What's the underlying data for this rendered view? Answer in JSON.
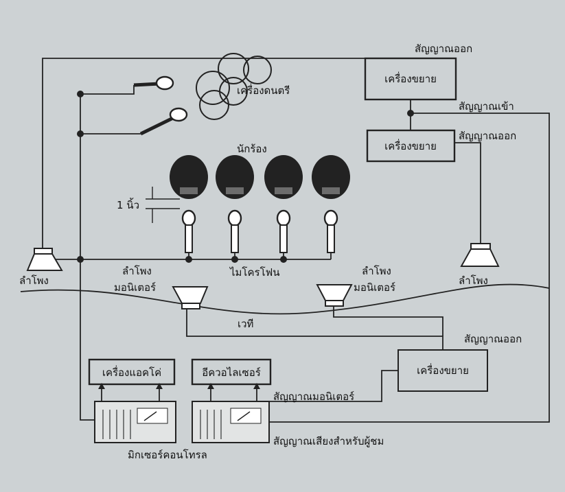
{
  "labels": {
    "signal_out_top": "สัญญาณออก",
    "amp_top": "เครื่องขยาย",
    "instruments": "เครื่องดนตรี",
    "signal_in": "สัญญาณเข้า",
    "signal_out_mid": "สัญญาณออก",
    "amp_mid": "เครื่องขยาย",
    "singers": "นักร้อง",
    "inch": "1 นิ้ว",
    "microphones": "ไมโครโฟน",
    "speaker_left": "ลำโพง",
    "speaker_right": "ลำโพง",
    "monitor_left_1": "ลำโพง",
    "monitor_left_2": "มอนิเตอร์",
    "monitor_right_1": "ลำโพง",
    "monitor_right_2": "มอนิเตอร์",
    "stage": "เวที",
    "signal_out_bottom": "สัญญาณออก",
    "amp_bottom": "เครื่องขยาย",
    "echo": "เครื่องแอคโค่",
    "equalizer": "อีควอไลเซอร์",
    "monitor_signal": "สัญญาณมอนิเตอร์",
    "audience_signal": "สัญญาณเสียงสำหรับผู้ชม",
    "mixer": "มิกเซอร์คอนโทรล"
  },
  "colors": {
    "background": "#cdd2d4",
    "line": "#222222",
    "head": "#222222"
  }
}
